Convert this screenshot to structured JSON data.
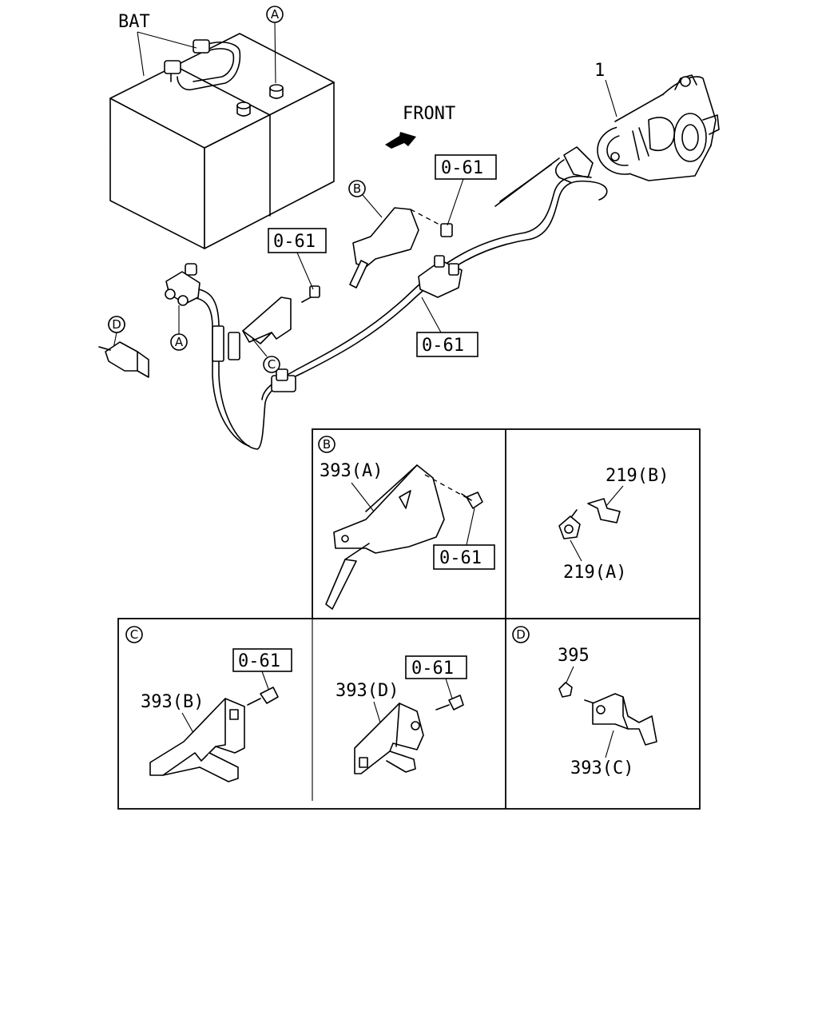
{
  "labels": {
    "battery": "BAT",
    "front": "FRONT",
    "starter_part": "1",
    "bolt_callout": "0-61",
    "part_393a": "393(A)",
    "part_393b": "393(B)",
    "part_393c": "393(C)",
    "part_393d": "393(D)",
    "part_219a": "219(A)",
    "part_219b": "219(B)",
    "part_395": "395"
  },
  "markers": {
    "a": "A",
    "b": "B",
    "c": "C",
    "d": "D"
  },
  "colors": {
    "line": "#000000",
    "background": "#ffffff"
  }
}
